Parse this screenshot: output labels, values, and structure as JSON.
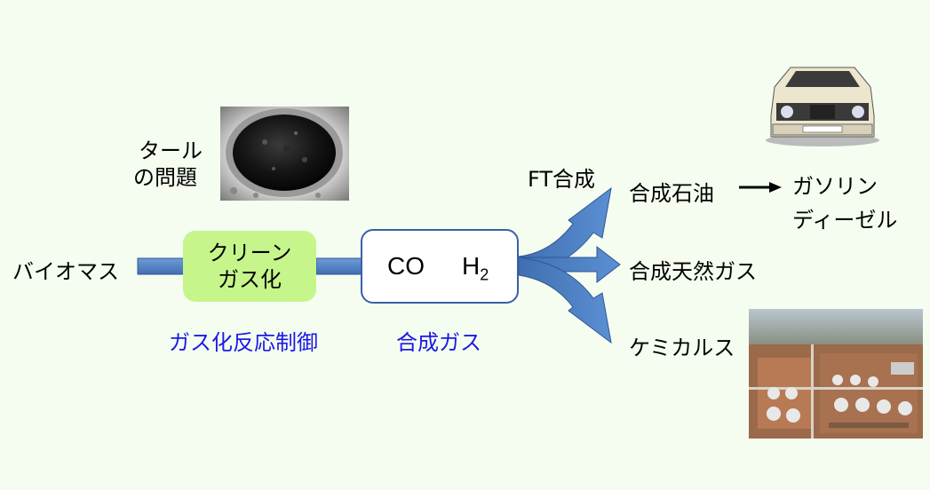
{
  "labels": {
    "biomass": "バイオマス",
    "tar_line1": "タール",
    "tar_line2": "の問題",
    "clean_line1": "クリーン",
    "clean_line2": "ガス化",
    "gasification_control": "ガス化反応制御",
    "co": "CO",
    "h2_main": "H",
    "h2_sub": "2",
    "syngas": "合成ガス",
    "ft_synthesis": "FT合成",
    "synthetic_oil": "合成石油",
    "gasoline": "ガソリン",
    "diesel": "ディーゼル",
    "synthetic_natural_gas": "合成天然ガス",
    "chemicals": "ケミカルス"
  },
  "colors": {
    "background": "#f5fdf0",
    "pipe": "#4f81bd",
    "clean_box": "#c6f58c",
    "gas_box_border": "#3b5fa8",
    "accent_text": "#1a1ae6"
  },
  "images": {
    "tar_photo": "tar-residue-photo",
    "car_photo": "race-car-photo",
    "plant_photo": "chemical-plant-photo"
  }
}
